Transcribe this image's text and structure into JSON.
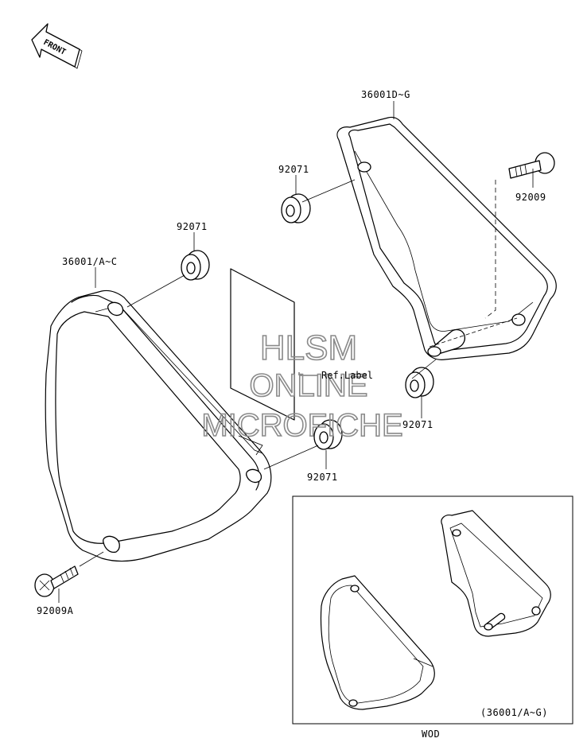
{
  "orientation": {
    "front_label": "FRONT"
  },
  "labels": {
    "p36001dg": "36001D~G",
    "p92071_top": "92071",
    "p92009": "92009",
    "p92071_left": "92071",
    "p36001ac": "36001/A~C",
    "ref_label": "Ref.Label",
    "p92071_right": "92071",
    "p92071_bottom": "92071",
    "p92009a": "92009A"
  },
  "watermark": {
    "line1": "HLSM",
    "line2": "ONLINE",
    "line3": "MICROFICHE"
  },
  "inset": {
    "parts_ref": "(36001/A~G)",
    "caption": "WOD"
  }
}
